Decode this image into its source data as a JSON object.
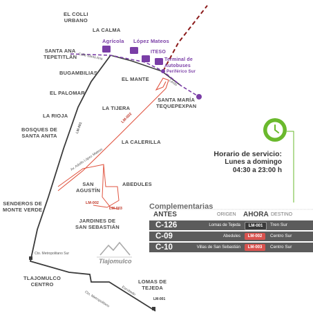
{
  "neighborhoods": {
    "el_colli": "EL COLLI\nURBANO",
    "la_calma": "LA CALMA",
    "santa_ana": "SANTA ANA\nTEPETITLÁN",
    "bugambilias": "BUGAMBILIAS",
    "el_palomar": "EL PALOMAR",
    "la_rioja": "LA RIOJA",
    "bosques": "BOSQUES DE\nSANTA ANITA",
    "el_mante": "EL MANTE",
    "santa_maria": "SANTA MARÍA\nTEQUEPEXPAN",
    "la_tijera": "LA TIJERA",
    "la_calerilla": "LA CALERILLA",
    "san_agustin": "SAN\nAGUSTÍN",
    "abedules": "ABEDULES",
    "senderos": "SENDEROS DE\nMONTE VERDE",
    "jardines": "JARDINES DE\nSAN SEBASTIÁN",
    "tlajomulco": "TLAJOMULCO\nCENTRO",
    "lomas": "LOMAS DE\nTEJEDA"
  },
  "stations": {
    "agricola": "Agrícola",
    "lopez_mateos": "López Mateos",
    "iteso": "ITESO",
    "terminal": "Terminal de\nAutobuses",
    "periferico": "Periférico Sur"
  },
  "streets": {
    "colle_santa_ana": "Calle Santa Ana",
    "lm001": "LM-001",
    "lm001_bottom": "LM-001",
    "av_adolfo": "Av. Adolfo López Mateos",
    "lm002": "LM-002",
    "lm003": "LM-003",
    "cto_metro": "Cto. Metropolitano Sur",
    "cto_metro2": "Cto. Metropolitano",
    "escobedo": "Escobedo",
    "leon": "Lerdo"
  },
  "brand": "Tlajomulco",
  "schedule": {
    "title": "Horario de servicio:",
    "days": "Lunes a domingo",
    "hours": "04:30 a 23:00 h"
  },
  "complementarias": {
    "title": "Complementarias",
    "header_antes": "ANTES",
    "header_origen": "ORIGEN",
    "header_ahora": "AHORA",
    "header_destino": "DESTINO",
    "rows": [
      {
        "code": "C-126",
        "origin": "Lomas de Tejeda",
        "new": "LM-001",
        "destination": "Tren Sur",
        "color": "#3a3a3a"
      },
      {
        "code": "C-09",
        "origin": "Abedules",
        "new": "LM-002",
        "destination": "Centro Sur",
        "color": "#d9534f"
      },
      {
        "code": "C-10",
        "origin": "Villas de San Sebastián",
        "new": "LM-003",
        "destination": "Centro Sur",
        "color": "#d9534f"
      }
    ]
  },
  "colors": {
    "route_lm001": "#3a3a3a",
    "route_lm002": "#e0533f",
    "route_lm003": "#e0533f",
    "line3": "#7a3ea6",
    "clock_green": "#6ab92d",
    "table_bg": "#5c5c5c"
  }
}
